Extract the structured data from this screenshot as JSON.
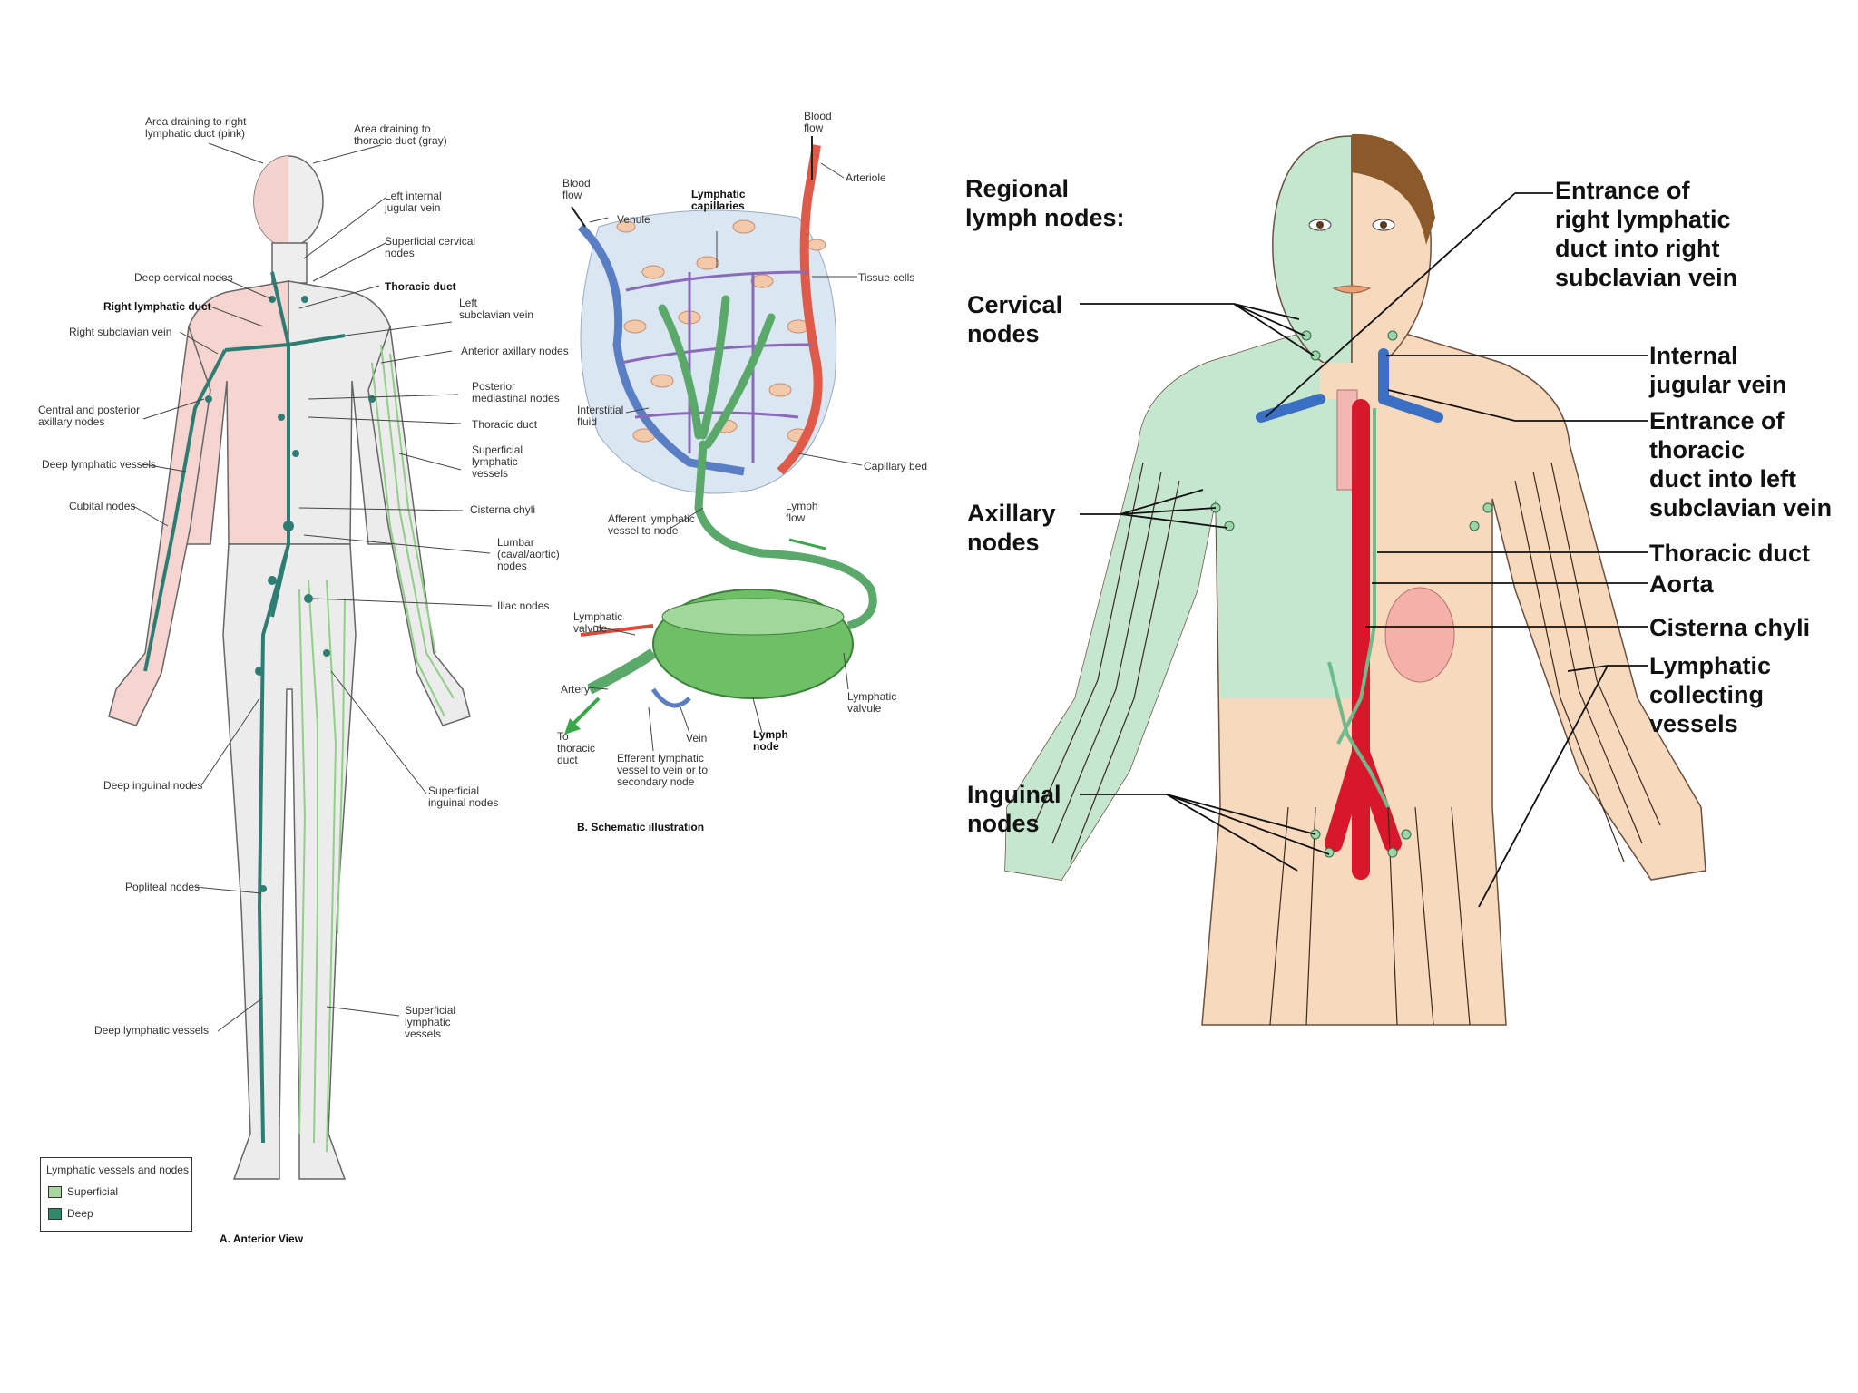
{
  "panel_a": {
    "caption": "A. Anterior View",
    "labels": {
      "area_right": "Area draining to right\nlymphatic duct (pink)",
      "area_thoracic": "Area draining to\nthoracic duct (gray)",
      "left_ij_vein": "Left internal\njugular vein",
      "sup_cervical": "Superficial cervical\nnodes",
      "thoracic_duct_top": "Thoracic duct",
      "deep_cervical": "Deep cervical nodes",
      "right_lymph_duct": "Right lymphatic duct",
      "left_subclavian": "Left\nsubclavian vein",
      "right_subclavian": "Right subclavian vein",
      "ant_axillary": "Anterior axillary nodes",
      "post_mediastinal": "Posterior\nmediastinal nodes",
      "central_axillary": "Central and posterior\naxillary nodes",
      "thoracic_duct_mid": "Thoracic duct",
      "deep_vessels_arm": "Deep lymphatic vessels",
      "sup_vessels_arm": "Superficial\nlymphatic\nvessels",
      "cubital": "Cubital nodes",
      "cisterna": "Cisterna chyli",
      "lumbar": "Lumbar\n(caval/aortic)\nnodes",
      "iliac": "Iliac nodes",
      "deep_inguinal": "Deep inguinal nodes",
      "sup_inguinal": "Superficial\ninguinal nodes",
      "popliteal": "Popliteal nodes",
      "deep_vessels_leg": "Deep lymphatic vessels",
      "sup_vessels_leg": "Superficial\nlymphatic\nvessels"
    },
    "legend": {
      "title": "Lymphatic vessels and nodes",
      "superficial": "Superficial",
      "deep": "Deep",
      "superficial_color": "#a8d5a0",
      "deep_color": "#2e8b6a"
    }
  },
  "panel_b": {
    "caption": "B. Schematic illustration",
    "labels": {
      "blood_flow_top": "Blood\nflow",
      "arteriole": "Arteriole",
      "blood_flow_left": "Blood\nflow",
      "venule": "Venule",
      "lymph_capillaries": "Lymphatic\ncapillaries",
      "tissue_cells": "Tissue cells",
      "interstitial": "Interstitial\nfluid",
      "capillary_bed": "Capillary bed",
      "lymph_flow": "Lymph\nflow",
      "afferent": "Afferent lymphatic\nvessel to node",
      "valvule_left": "Lymphatic\nvalvule",
      "artery": "Artery",
      "valvule_right": "Lymphatic\nvalvule",
      "to_thoracic": "To\nthoracic\nduct",
      "vein": "Vein",
      "lymph_node": "Lymph\nnode",
      "efferent": "Efferent lymphatic\nvessel to vein or to\nsecondary node"
    }
  },
  "panel_c": {
    "title": "Regional\nlymph nodes:",
    "labels": {
      "cervical": "Cervical\nnodes",
      "axillary": "Axillary\nnodes",
      "inguinal": "Inguinal\nnodes",
      "entrance_right": "Entrance of\nright lymphatic\nduct into right\nsubclavian vein",
      "internal_jugular": "Internal\njugular vein",
      "entrance_thoracic": "Entrance of\nthoracic\nduct into left\nsubclavian vein",
      "thoracic_duct": "Thoracic duct",
      "aorta": "Aorta",
      "cisterna": "Cisterna chyli",
      "collecting": "Lymphatic\ncollecting\nvessels"
    },
    "colors": {
      "right_region": "#c5e6cf",
      "skin": "#f7d9bd",
      "aorta": "#d8182a",
      "vein": "#3a6fc4",
      "lymph": "#6dbb8c",
      "hair": "#8b5a2b"
    }
  }
}
